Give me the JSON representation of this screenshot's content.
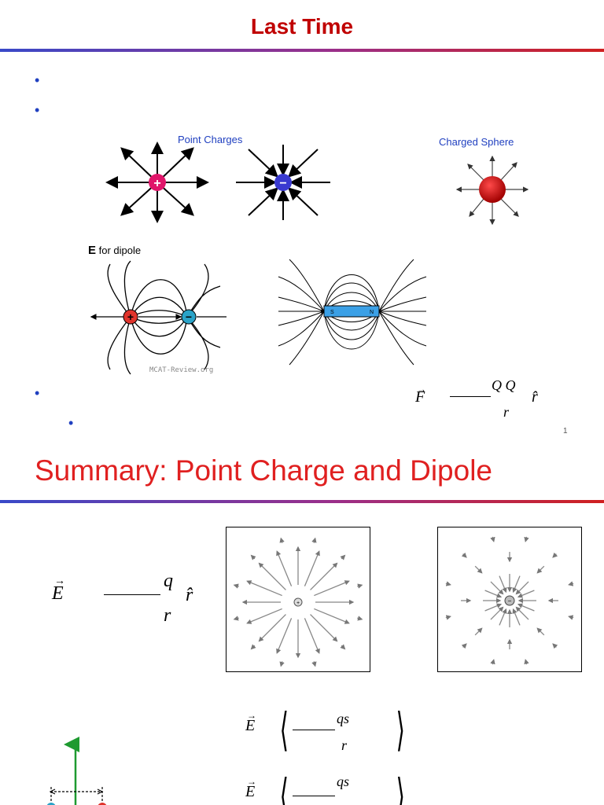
{
  "slide1": {
    "title": "Last Time",
    "bullets": [
      "•",
      "•",
      "•",
      "•"
    ],
    "labels": {
      "point_charges": "Point Charges",
      "charged_sphere": "Charged Sphere",
      "dipole_prefix": "E",
      "dipole_suffix": "for dipole",
      "watermark": "MCAT-Review.org",
      "magnet_s": "S",
      "magnet_n": "N"
    },
    "formula": {
      "F": "F",
      "numerator": "Q Q",
      "denominator": "r",
      "rhat": "r̂"
    },
    "page_number": "1",
    "charge_signs": {
      "positive": "+",
      "negative": "−"
    }
  },
  "slide2": {
    "title": "Summary:  Point Charge and Dipole",
    "point_formula": {
      "E": "E",
      "numerator": "q",
      "denominator": "r",
      "rhat": "r̂"
    },
    "dipole_formula_1": {
      "E": "E",
      "numerator": "qs",
      "denominator": "r"
    },
    "dipole_formula_2": {
      "E": "E",
      "numerator": "qs"
    }
  },
  "colors": {
    "title_dark_red": "#c00000",
    "title_red": "#e02020",
    "bullet_blue": "#2040c0",
    "positive_pink": "#e0156a",
    "negative_blue": "#3a3ad0",
    "sphere_red": "#c81414",
    "dipole_red": "#e0342c",
    "dipole_teal": "#2aa3c8",
    "magnet_blue": "#3ba0e6",
    "axis_green": "#1e9a30"
  }
}
